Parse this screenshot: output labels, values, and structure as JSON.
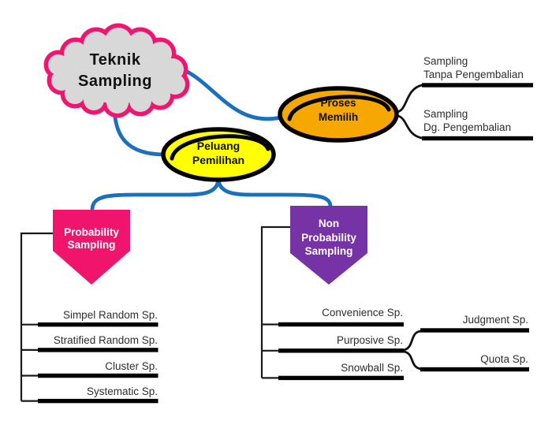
{
  "diagram": {
    "root": "Teknik\nSampling",
    "proses_node": "Proses\nMemilih",
    "proses_children": [
      "Sampling\nTanpa Pengembalian",
      "Sampling\nDg. Pengembalian"
    ],
    "peluang_node": "Peluang\nPemilihan",
    "probability_node": "Probability\nSampling",
    "probability_items": [
      "Simpel Random Sp.",
      "Stratified Random Sp.",
      "Cluster Sp.",
      "Systematic Sp."
    ],
    "nonprobability_node": "Non\nProbability\nSampling",
    "nonprobability_items": [
      "Convenience Sp.",
      "Purposive Sp.",
      "Snowball Sp."
    ],
    "purposive_children": [
      "Judgment Sp.",
      "Quota Sp."
    ]
  },
  "colors": {
    "cloud_border": "#F0156E",
    "cloud_fill": "#D8D8D8",
    "connector_blue": "#1A6FBE",
    "proses_fill": "#F7A800",
    "peluang_fill": "#FFFF00",
    "probability_fill": "#F1146C",
    "nonprobability_fill": "#7533A6"
  }
}
